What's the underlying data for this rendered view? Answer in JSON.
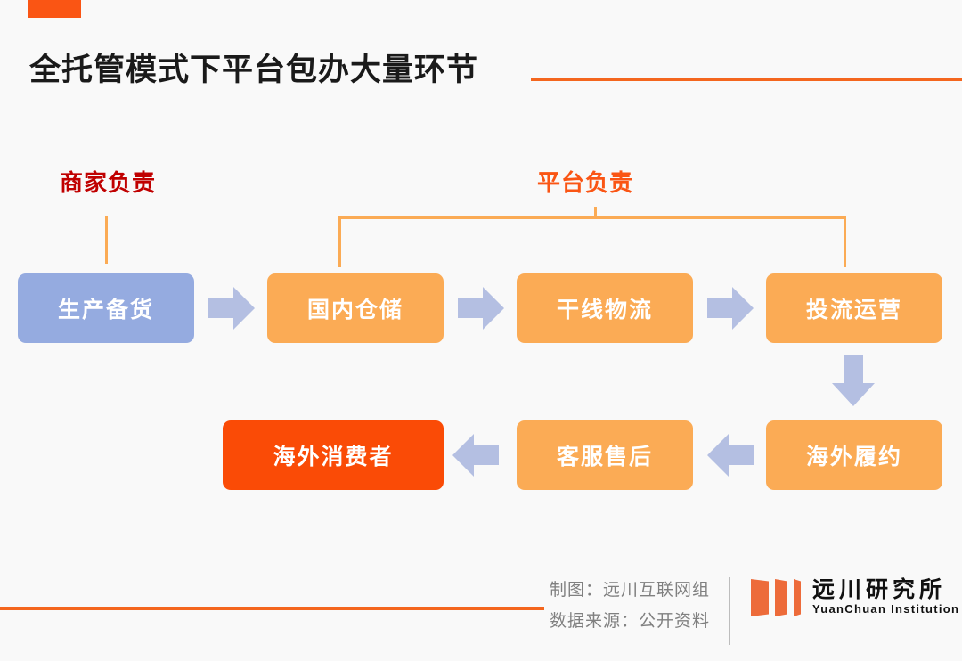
{
  "slide": {
    "title": "全托管模式下平台包办大量环节",
    "accent_color": "#fa5514",
    "background": "#f9f9f9"
  },
  "sections": {
    "merchant": {
      "label": "商家负责",
      "color": "#c00000"
    },
    "platform": {
      "label": "平台负责",
      "color": "#fa5514"
    }
  },
  "flow": {
    "row1": [
      {
        "label": "生产备货",
        "color": "#95abe0",
        "owner": "merchant"
      },
      {
        "label": "国内仓储",
        "color": "#fbab55",
        "owner": "platform"
      },
      {
        "label": "干线物流",
        "color": "#fbab55",
        "owner": "platform"
      },
      {
        "label": "投流运营",
        "color": "#fbab55",
        "owner": "platform"
      }
    ],
    "row2": [
      {
        "label": "海外消费者",
        "color": "#fa4b06",
        "owner": "end"
      },
      {
        "label": "客服售后",
        "color": "#fbab55",
        "owner": "platform"
      },
      {
        "label": "海外履约",
        "color": "#fbab55",
        "owner": "platform"
      }
    ],
    "arrow_color": "#b4bfe2",
    "arrows": [
      "arrow-right-icon",
      "arrow-right-icon",
      "arrow-right-icon",
      "arrow-down-icon",
      "arrow-left-icon",
      "arrow-left-icon"
    ]
  },
  "footer": {
    "credit": "制图：远川互联网组",
    "source": "数据来源：公开资料",
    "logo_cn": "远川研究所",
    "logo_en": "YuanChuan Institution",
    "logo_color": "#ed6b3a",
    "rule_color": "#f4661e"
  }
}
